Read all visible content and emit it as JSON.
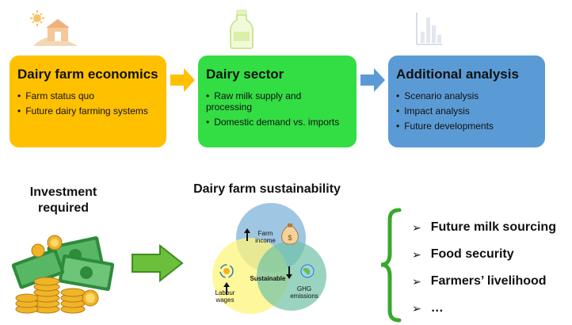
{
  "icons": {
    "farm": "barn-sun-icon",
    "bottle": "milk-bottle-icon",
    "analysis": "bar-chart-icon",
    "money": "money-stack-icon",
    "farm_income": "money-bag-icon",
    "labour_wages": "coin-cycle-icon",
    "ghg": "earth-gas-icon"
  },
  "colors": {
    "box_economics": "#ffc000",
    "box_sector": "#33dd44",
    "box_analysis": "#5b9bd5",
    "venn_blue": "#7fb3d8",
    "venn_yellow": "#fff47a",
    "venn_teal": "#6fc2a7",
    "bracket": "#3aa72e"
  },
  "boxes": {
    "economics": {
      "title": "Dairy farm economics",
      "items": [
        "Farm status quo",
        "Future dairy farming systems"
      ]
    },
    "sector": {
      "title": "Dairy sector",
      "items": [
        "Raw milk supply and processing",
        "Domestic demand vs. imports"
      ]
    },
    "analysis": {
      "title": "Additional analysis",
      "items": [
        "Scenario analysis",
        "Impact analysis",
        "Future developments"
      ]
    }
  },
  "investment": {
    "title_line1": "Investment",
    "title_line2": "required"
  },
  "sustainability": {
    "title": "Dairy farm sustainability",
    "farm_income_line1": "Farm",
    "farm_income_line2": "income",
    "labour_line1": "Labour",
    "labour_line2": "wages",
    "ghg_line1": "GHG",
    "ghg_line2": "emissions",
    "center": "Sustainable"
  },
  "outcomes": [
    "Future milk sourcing",
    "Food security",
    "Farmers’ livelihood",
    "…"
  ]
}
